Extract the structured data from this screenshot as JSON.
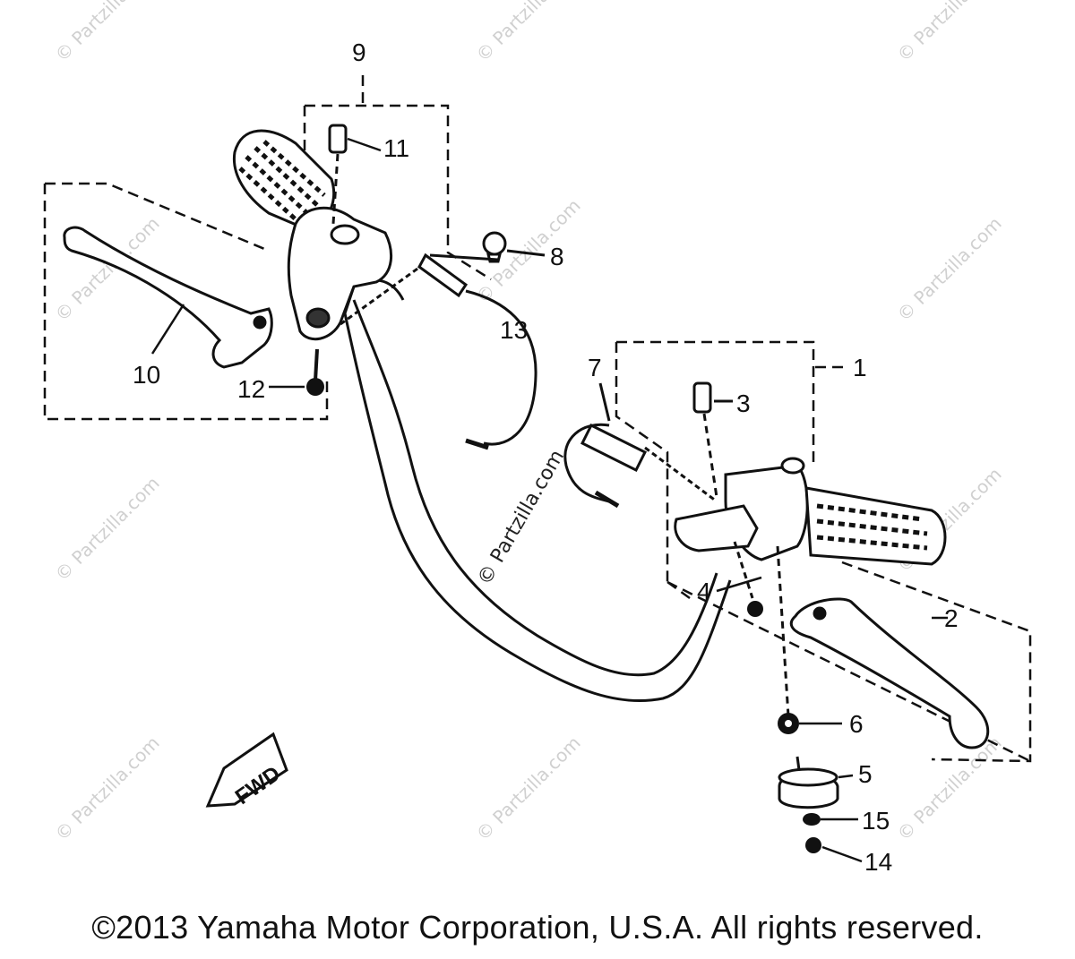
{
  "callouts": [
    {
      "id": "1",
      "label": "1"
    },
    {
      "id": "2",
      "label": "2"
    },
    {
      "id": "3",
      "label": "3"
    },
    {
      "id": "4",
      "label": "4"
    },
    {
      "id": "5",
      "label": "5"
    },
    {
      "id": "6",
      "label": "6"
    },
    {
      "id": "7",
      "label": "7"
    },
    {
      "id": "8",
      "label": "8"
    },
    {
      "id": "9",
      "label": "9"
    },
    {
      "id": "10",
      "label": "10"
    },
    {
      "id": "11",
      "label": "11"
    },
    {
      "id": "12",
      "label": "12"
    },
    {
      "id": "13",
      "label": "13"
    },
    {
      "id": "14",
      "label": "14"
    },
    {
      "id": "15",
      "label": "15"
    }
  ],
  "fwd_label": "FWD",
  "watermark": "© Partzilla.com",
  "copyright": "©2013  Yamaha Motor Corporation, U.S.A. All rights reserved."
}
